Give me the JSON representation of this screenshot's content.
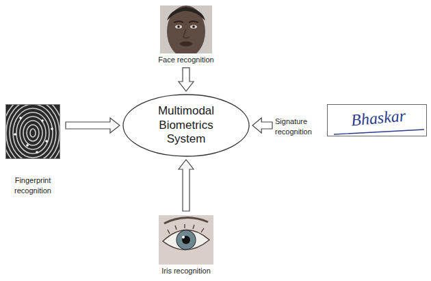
{
  "diagram": {
    "nodes": [
      {
        "text": [
          "Face recognition"
        ]
      },
      {
        "text": [
          "Fingerprint recognition"
        ]
      },
      {
        "text": [
          "Multimodal Biometrics System"
        ]
      },
      {
        "text": [
          "Signature recognition",
          "Bhaskar"
        ]
      },
      {
        "text": [
          "Iris recognition"
        ]
      }
    ],
    "edges": [
      {
        "from": 0,
        "to": 2,
        "arrow": "to"
      },
      {
        "from": 1,
        "to": 2,
        "arrow": "to"
      },
      {
        "from": 3,
        "to": 2,
        "arrow": "to"
      },
      {
        "from": 4,
        "to": 2,
        "arrow": "to"
      }
    ]
  }
}
